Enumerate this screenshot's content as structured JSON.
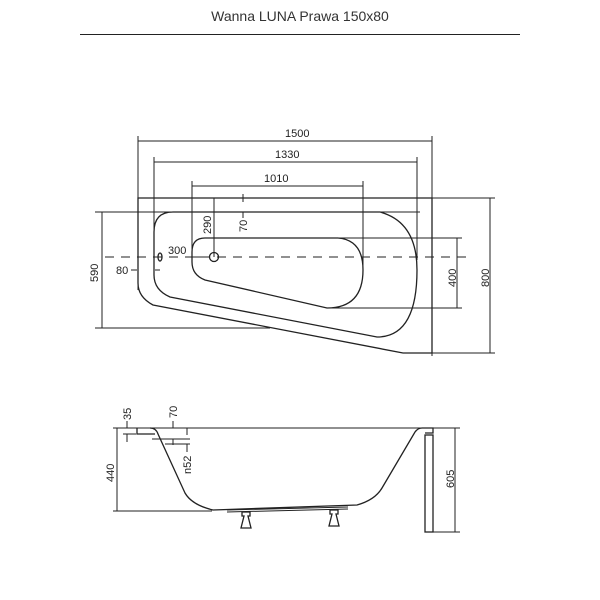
{
  "title": "Wanna LUNA Prawa 150x80",
  "top_view": {
    "dim_overall_length": "1500",
    "dim_rim_length": "1330",
    "dim_basin_length": "1010",
    "dim_drain_offset_y": "290",
    "dim_rim_top": "70",
    "dim_drain_offset_x": "300",
    "dim_overflow_offset": "80",
    "dim_rim_width": "590",
    "dim_basin_width": "400",
    "dim_overall_width": "800"
  },
  "side_view": {
    "dim_rim_thickness": "35",
    "dim_overflow_top": "70",
    "dim_overflow_diameter": "n52",
    "dim_depth": "440",
    "dim_total_height": "605"
  }
}
